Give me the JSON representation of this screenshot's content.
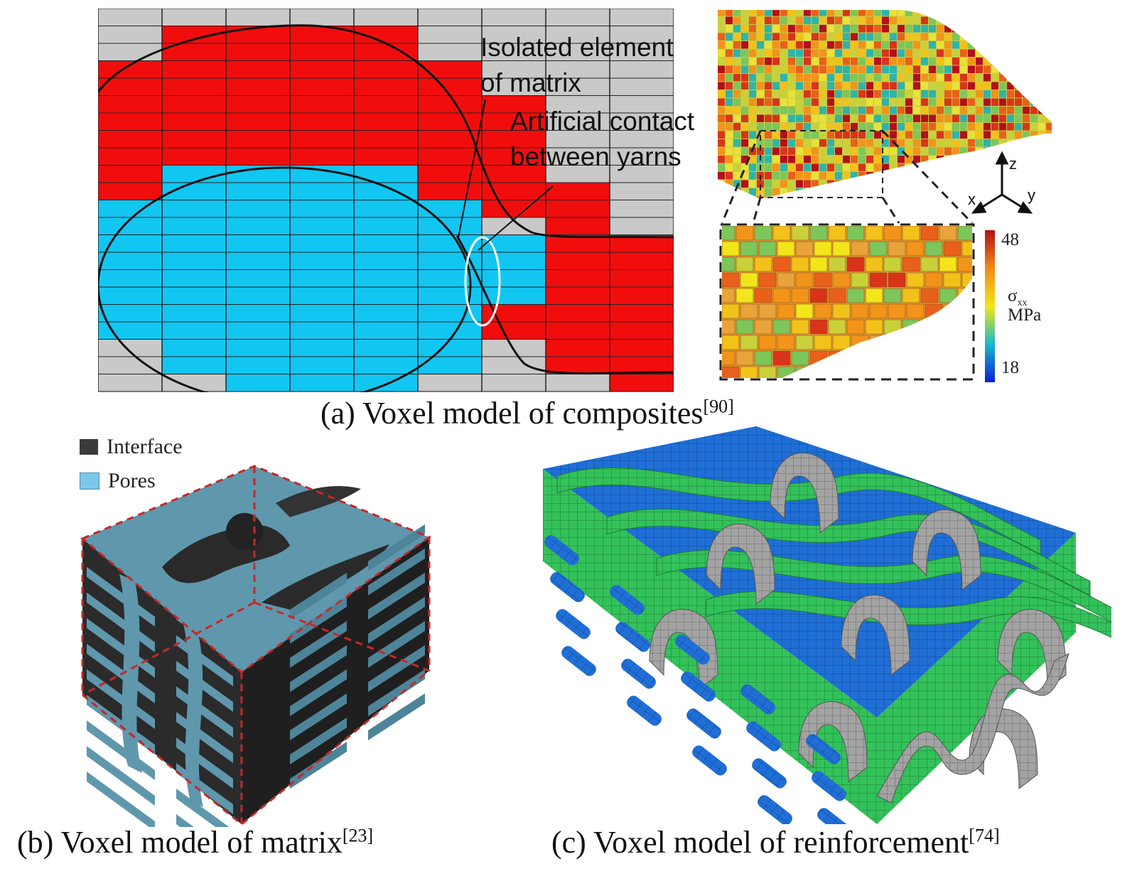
{
  "panel_a": {
    "annotation_isolated_line1": "Isolated element",
    "annotation_isolated_line2": "of matrix",
    "annotation_contact_line1": "Artificial contact",
    "annotation_contact_line2": "between yarns",
    "axes": {
      "z": "z",
      "x": "x",
      "y": "y"
    },
    "colorbar": {
      "max": "48",
      "min": "18",
      "quantity": "σ",
      "quantity_subscript": "xx",
      "unit": "MPa"
    },
    "caption_text": "(a) Voxel model of composites",
    "caption_ref": "[90]",
    "colors": {
      "matrix": "#f20d0d",
      "yarn": "#12c6f2",
      "void": "#c9c9c9"
    }
  },
  "panel_b": {
    "legend": [
      {
        "label": "Interface",
        "color": "#3a3a3a"
      },
      {
        "label": "Pores",
        "color": "#7cc6e6"
      }
    ],
    "caption_text": "(b) Voxel model of matrix",
    "caption_ref": "[23]"
  },
  "panel_c": {
    "caption_text": "(c) Voxel model of reinforcement",
    "caption_ref": "[74]",
    "colors": {
      "warp": "#33c25a",
      "weft": "#1f6fd6",
      "binder": "#9a9a9a"
    }
  }
}
